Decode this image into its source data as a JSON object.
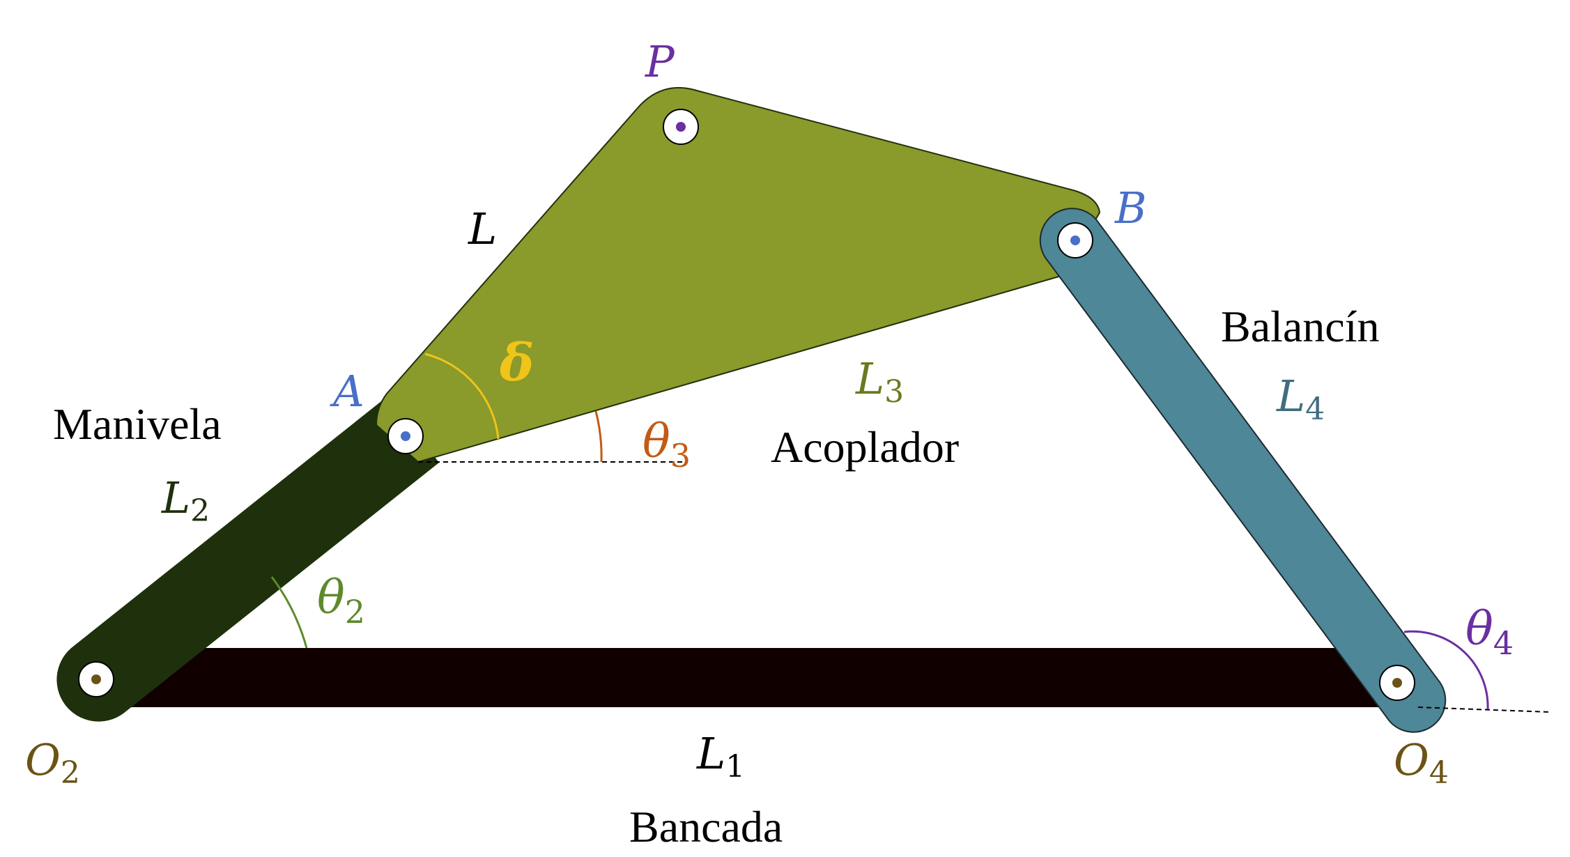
{
  "colors": {
    "ground": "#100000",
    "crank": "#1f300c",
    "coupler": "#8a9a2b",
    "rocker": "#4e8797",
    "pin_blue": "#4a6fc9",
    "pin_brown": "#6b5316",
    "pin_purple": "#6a2fa0",
    "angle_delta": "#f0c419",
    "angle_theta3": "#c35a14",
    "angle_theta2": "#5e8a2c",
    "angle_theta4": "#6a2fa0",
    "label_O": "#6b5316",
    "label_AB": "#4a6fc9",
    "label_P": "#6a2fa0",
    "label_L2": "#1f300c",
    "label_L3": "#6b7a1e",
    "label_L4": "#3f6e7e"
  },
  "points": {
    "O2": {
      "main": "O",
      "sub": "2"
    },
    "O4": {
      "main": "O",
      "sub": "4"
    },
    "A": {
      "main": "A"
    },
    "B": {
      "main": "B"
    },
    "P": {
      "main": "P"
    }
  },
  "links": {
    "L": {
      "main": "L"
    },
    "L1": {
      "main": "L",
      "sub": "1",
      "name": "Bancada"
    },
    "L2": {
      "main": "L",
      "sub": "2",
      "name": "Manivela"
    },
    "L3": {
      "main": "L",
      "sub": "3",
      "name": "Acoplador"
    },
    "L4": {
      "main": "L",
      "sub": "4",
      "name": "Balancín"
    }
  },
  "angles": {
    "theta2": {
      "main": "θ",
      "sub": "2"
    },
    "theta3": {
      "main": "θ",
      "sub": "3"
    },
    "theta4": {
      "main": "θ",
      "sub": "4"
    },
    "delta": {
      "main": "δ"
    }
  }
}
